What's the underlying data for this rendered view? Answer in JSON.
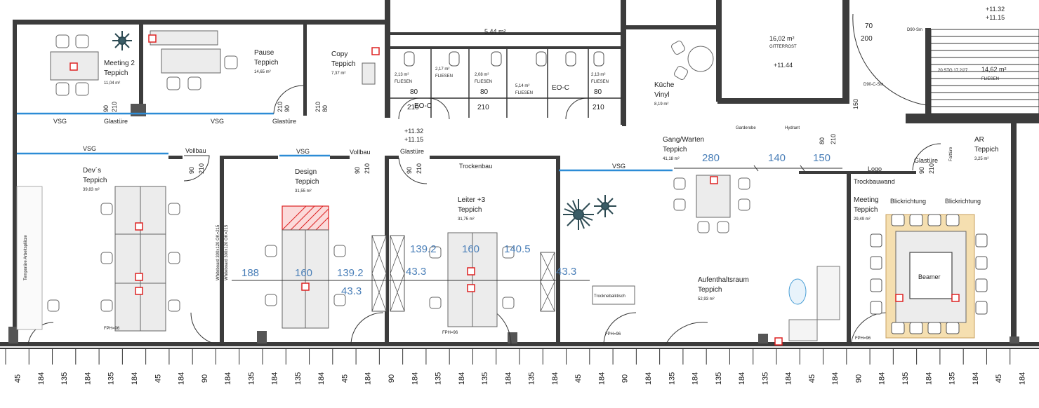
{
  "rooms": {
    "meeting2": {
      "name": "Meeting 2",
      "floor": "Teppich",
      "area": "11,04 m²"
    },
    "pause": {
      "name": "Pause",
      "floor": "Teppich",
      "area": "14,65 m²"
    },
    "copy": {
      "name": "Copy",
      "floor": "Teppich",
      "area": "7,37 m²"
    },
    "wc_hall": {
      "area": "5,44 m²"
    },
    "wc1": {
      "area": "2,13 m²",
      "floor": "FLIESEN"
    },
    "wc2": {
      "area": "2,17 m²",
      "floor": "FLIESEN"
    },
    "wc3": {
      "area": "2,08 m²",
      "floor": "FLIESEN"
    },
    "wc4": {
      "area": "5,14 m²",
      "floor": "FLIESEN"
    },
    "wc5": {
      "area": "2,13 m²",
      "floor": "FLIESEN"
    },
    "kueche": {
      "name": "Küche",
      "floor": "Vinyl",
      "area": "8,19 m²"
    },
    "gitterrost": {
      "area": "16,02 m²",
      "floor": "GITTERROST"
    },
    "devs": {
      "name": "Dev´s",
      "floor": "Teppich",
      "area": "39,83 m²"
    },
    "design": {
      "name": "Design",
      "floor": "Teppich",
      "area": "31,55 m²"
    },
    "leiter": {
      "name": "Leiter +3",
      "floor": "Teppich",
      "area": "31,75 m²"
    },
    "gang": {
      "name": "Gang/Warten",
      "floor": "Teppich",
      "area": "41,18 m²"
    },
    "aufenthalt": {
      "name": "Aufenthaltsraum",
      "floor": "Teppich",
      "area": "52,93 m²"
    },
    "meeting": {
      "name": "Meeting",
      "floor": "Teppich",
      "area": "29,49 m²"
    },
    "ar": {
      "name": "AR",
      "floor": "Teppich",
      "area": "3,25 m²"
    },
    "stair": {
      "area": "14,62 m²",
      "floor": "FLIESEN"
    }
  },
  "labels": {
    "vsg": "VSG",
    "glastuere": "Glastüre",
    "vollbau": "Vollbau",
    "trockenbau": "Trockenbau",
    "trockenbauwand": "Trockbauwand",
    "logo": "Logo",
    "blickrichtung": "Blickrichtung",
    "beamer": "Beamer",
    "garderobe": "Garderobe",
    "hydrant": "Hydrant",
    "eo_c": "EO-C",
    "fph": "FPH=96",
    "whiteboard": "Whiteboard 300x120 OK=215",
    "temporaere": "Temporäre Arbeitsplätze",
    "stehtisch": "Trocknebalktisch",
    "faltture": "Falttüre",
    "stair_code": "20 STG 17,2/27",
    "d90": "D90-Sm",
    "d90c": "D90-C-Sm"
  },
  "levels": {
    "l1a": "+11.32",
    "l1b": "+11.15",
    "l2a": "+11.32",
    "l2b": "+11.15",
    "l3": "+11.44"
  },
  "door_dims": {
    "w90": "90",
    "h210": "210",
    "w80": "80",
    "w70": "70",
    "h200": "200",
    "h150": "150"
  },
  "dimensions_blue": {
    "d280": "280",
    "d140": "140",
    "d150": "150",
    "d188": "188",
    "d160a": "160",
    "d139a": "139.2",
    "d43a": "43.3",
    "d139b": "139.2",
    "d160b": "160",
    "d140b": "140.5",
    "d43b": "43.3",
    "d43c": "43.3"
  },
  "bottom_ruler": [
    "45",
    "184",
    "135",
    "184",
    "135",
    "184",
    "45",
    "184",
    "90",
    "184",
    "135",
    "184",
    "135",
    "184",
    "45",
    "184",
    "90",
    "184",
    "135",
    "184",
    "135",
    "184",
    "135",
    "184",
    "45",
    "184",
    "90",
    "184",
    "135",
    "184",
    "135",
    "184",
    "135",
    "184",
    "45",
    "184",
    "90",
    "184",
    "135",
    "184",
    "135",
    "184",
    "45",
    "184"
  ],
  "colors": {
    "wall": "#3c3c3c",
    "glass": "#2c8cd6",
    "dim_blue": "#4a7fb8",
    "marker_red": "#d22222",
    "meeting_highlight": "#f5dfb0"
  }
}
